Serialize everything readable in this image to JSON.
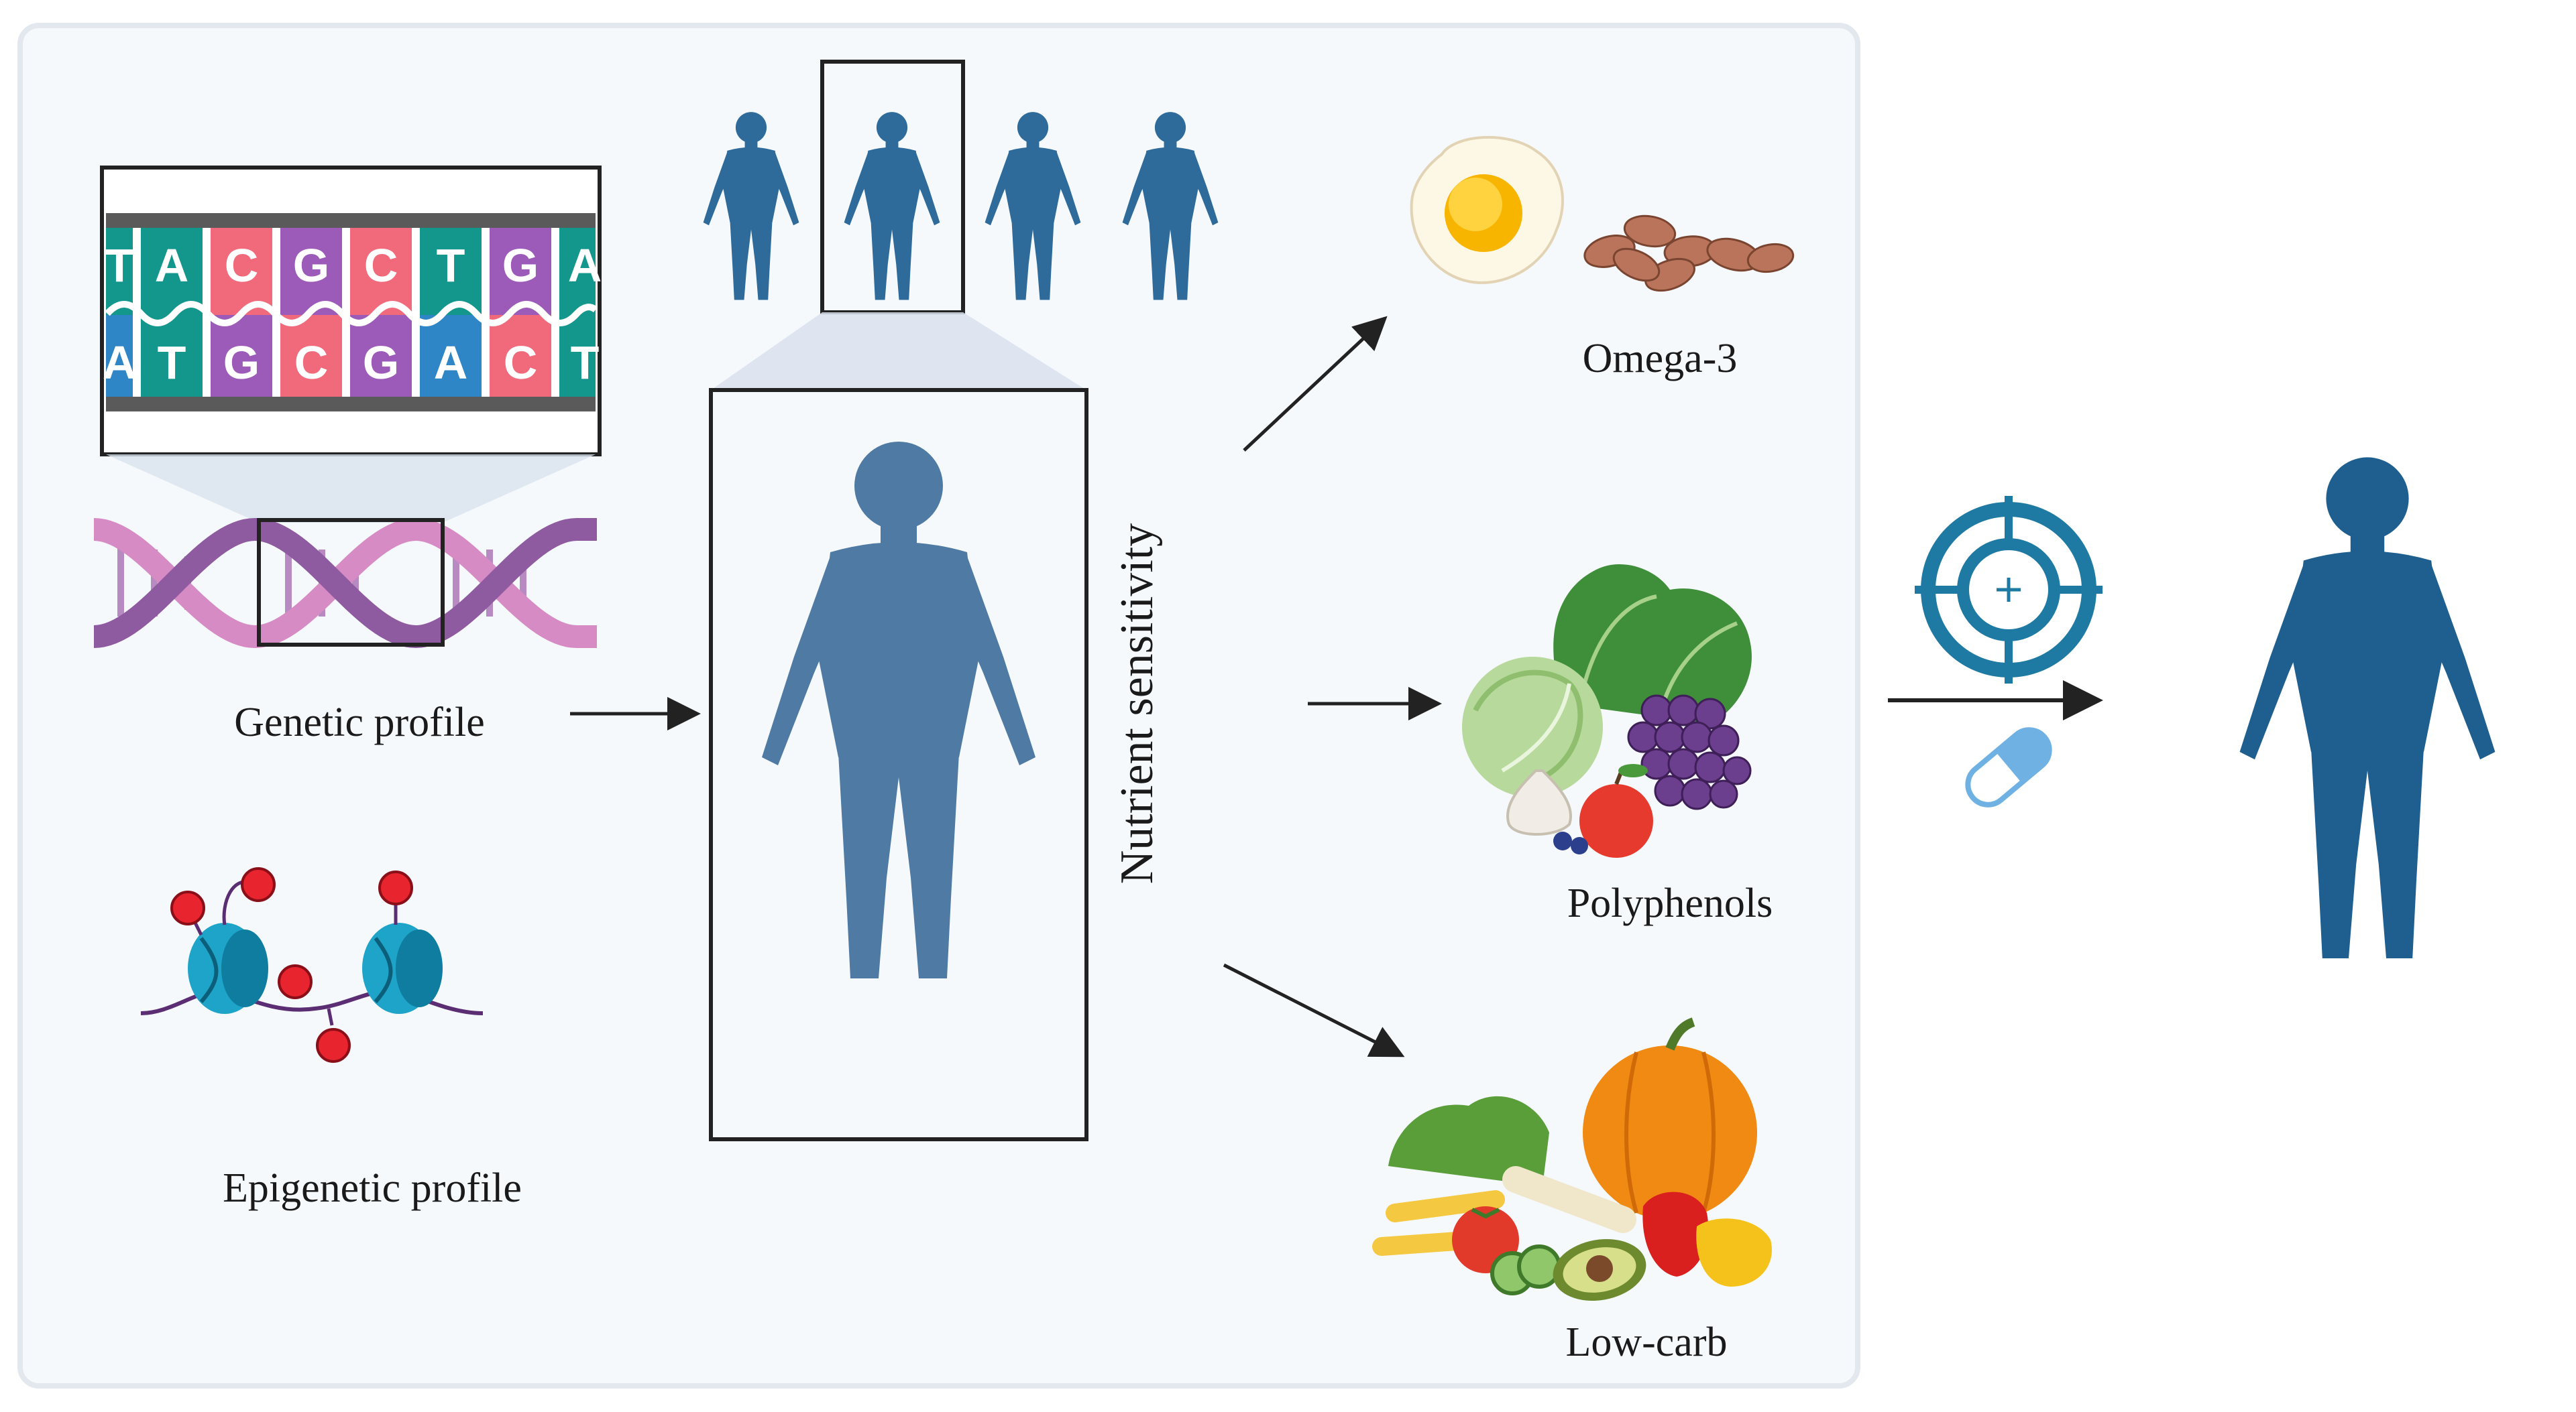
{
  "diagram": {
    "labels": {
      "genetic_profile": "Genetic profile",
      "epigenetic_profile": "Epigenetic profile",
      "nutrient_sensitivity": "Nutrient sensitivity",
      "omega3": "Omega-3",
      "polyphenols": "Polyphenols",
      "low_carb": "Low-carb"
    },
    "dna_strip": {
      "top_bases": [
        "T",
        "A",
        "C",
        "G",
        "C",
        "T",
        "G",
        "A"
      ],
      "bottom_bases": [
        "A",
        "T",
        "G",
        "C",
        "G",
        "A",
        "C",
        "T"
      ]
    },
    "icons": [
      "dna-sequence-icon",
      "double-helix-icon",
      "nucleosome-methylation-icon",
      "population-icon",
      "human-body-icon",
      "egg-icon",
      "almonds-icon",
      "vegetables-fruits-icon",
      "target-icon",
      "capsule-icon"
    ],
    "colors": {
      "panel_bg": "#f6f9fc",
      "body_blue": "#4e7aa3",
      "body_dark": "#1f5f8f",
      "helix_purple": "#8e5aa0",
      "helix_pink": "#d68bc4",
      "base_teal": "#13978c",
      "base_pink": "#f06a7c",
      "base_purple": "#9c5bb8",
      "base_blue": "#2f86c7",
      "target_blue": "#1f7aa3",
      "capsule_blue": "#6fb1e3"
    }
  }
}
